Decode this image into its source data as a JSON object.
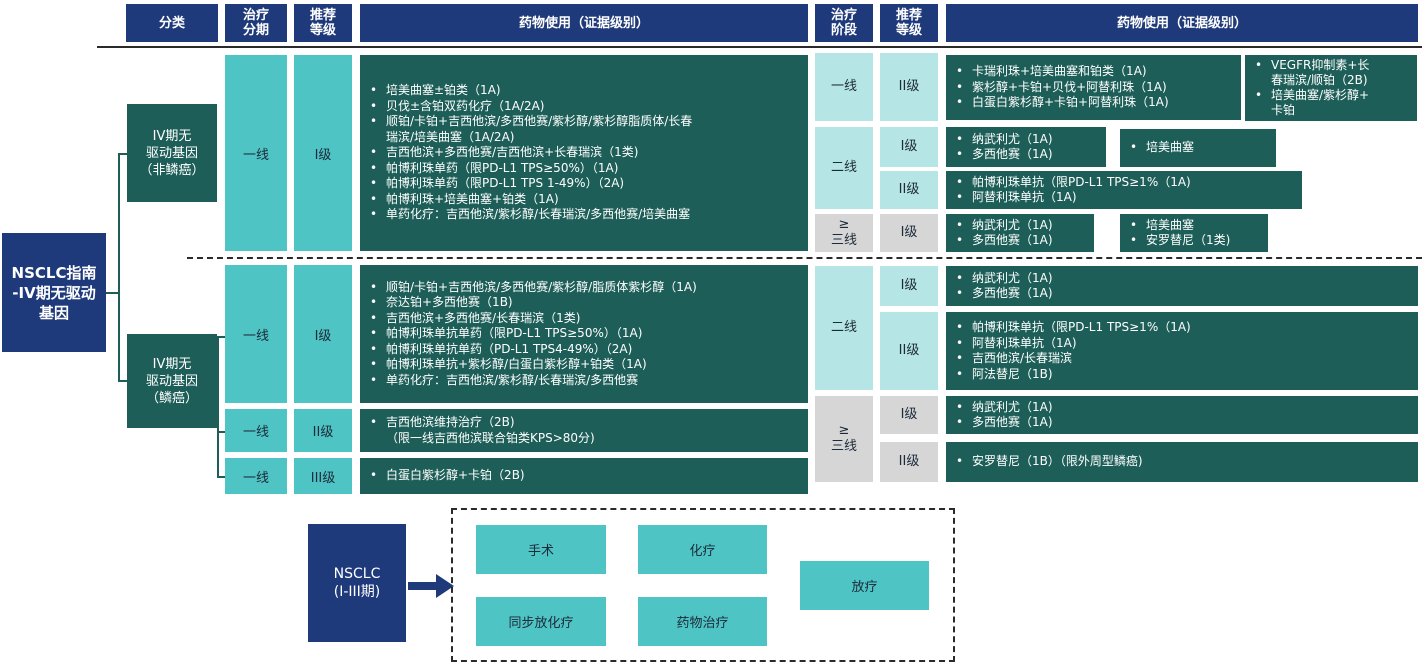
{
  "headers_left": {
    "category": "分类",
    "line": "治疗\n分期",
    "grade": "推荐\n等级",
    "drug": "药物使用（证据级别）"
  },
  "headers_right": {
    "stage": "治疗\n阶段",
    "grade": "推荐\n等级",
    "drug": "药物使用（证据级别）"
  },
  "root": "NSCLC指南\n-IV期无驱动\n基因",
  "nonsquamous": {
    "label": "IV期无\n驱动基因\n（非鳞癌）",
    "line": "一线",
    "grade": "I级",
    "drugs": [
      "培美曲塞±铂类（1A)",
      "贝伐±含铂双药化疗（1A/2A)",
      "顺铂/卡铂+吉西他滨/多西他赛/紫杉醇/紫杉醇脂质体/长春",
      "吉西他滨+多西他赛/吉西他滨+长春瑞滨（1类)",
      "帕博利珠单药（限PD-L1 TPS≥50%）（1A)",
      "帕博利珠单药（限PD-L1 TPS 1-49%）（2A)",
      "帕博利珠+培美曲塞+铂类（1A)",
      "单药化疗：吉西他滨/紫杉醇/长春瑞滨/多西他赛/培美曲塞"
    ],
    "drug_cont": "瑞滨/培美曲塞（1A/2A)"
  },
  "squamous": {
    "label": "IV期无\n驱动基因\n（鳞癌）",
    "rows": [
      {
        "line": "一线",
        "grade": "I级",
        "drugs": [
          "顺铂/卡铂+吉西他滨/多西他赛/紫杉醇/脂质体紫杉醇（1A)",
          "奈达铂+多西他赛（1B)",
          "吉西他滨+多西他赛/长春瑞滨（1类)",
          "帕博利珠单抗单药（限PD-L1 TPS≥50%）（1A)",
          "帕博利珠单抗单药（PD-L1 TPS4-49%）（2A)",
          "帕博利珠单抗+紫杉醇/白蛋白紫杉醇+铂类（1A)",
          "单药化疗：吉西他滨/紫杉醇/长春瑞滨/多西他赛"
        ]
      },
      {
        "line": "一线",
        "grade": "II级",
        "drugs": [
          "吉西他滨维持治疗（2B)"
        ],
        "drug_cont": "（限一线吉西他滨联合铂类KPS>80分)"
      },
      {
        "line": "一线",
        "grade": "III级",
        "drugs": [
          "白蛋白紫杉醇+卡铂（2B)"
        ]
      }
    ]
  },
  "right_nonsquamous": {
    "first": {
      "stage": "一线",
      "grade": "II级",
      "drugs_a": [
        "卡瑞利珠+培美曲塞和铂类（1A)",
        "紫杉醇+卡铂+贝伐+阿替利珠（1A)",
        "白蛋白紫杉醇+卡铂+阿替利珠（1A)"
      ],
      "drugs_b": [
        "VEGFR抑制素+长",
        "培美曲塞/紫杉醇+"
      ],
      "drugs_b_cont": [
        "春瑞滨/顺铂（2B)",
        "卡铂"
      ]
    },
    "second": {
      "stage": "二线",
      "grade1": "I级",
      "drugs1_a": [
        "纳武利尤（1A)",
        "多西他赛（1A)"
      ],
      "drugs1_b": [
        "培美曲塞"
      ],
      "grade2": "II级",
      "drugs2": [
        "帕博利珠单抗（限PD-L1 TPS≥1%（1A)",
        "阿替利珠单抗（1A)"
      ]
    },
    "third": {
      "stage": "≥\n三线",
      "grade": "I级",
      "drugs_a": [
        "纳武利尤（1A)",
        "多西他赛（1A)"
      ],
      "drugs_b": [
        "培美曲塞",
        "安罗替尼（1类)"
      ]
    }
  },
  "right_squamous": {
    "second": {
      "stage": "二线",
      "grade1": "I级",
      "drugs1": [
        "纳武利尤（1A)",
        "多西他赛（1A)"
      ],
      "grade2": "II级",
      "drugs2": [
        "帕博利珠单抗（限PD-L1 TPS≥1%（1A)",
        "阿替利珠单抗（1A)",
        "吉西他滨/长春瑞滨",
        "阿法替尼（1B)"
      ]
    },
    "third": {
      "stage": "≥\n三线",
      "grade1": "I级",
      "drugs1": [
        "纳武利尤（1A)",
        "多西他赛（1A)"
      ],
      "grade2": "II级",
      "drugs2": [
        "安罗替尼（1B）（限外周型鳞癌)"
      ]
    }
  },
  "bottom": {
    "nsclc": "NSCLC\n(I-III期)",
    "treatments": [
      "手术",
      "化疗",
      "放疗",
      "同步放化疗",
      "药物治疗"
    ]
  },
  "colors": {
    "header": "#1f3a7a",
    "dark_teal": "#1e5e58",
    "teal": "#4fc4c4",
    "light_teal": "#b6e5e5",
    "grey": "#d6d6d6"
  }
}
